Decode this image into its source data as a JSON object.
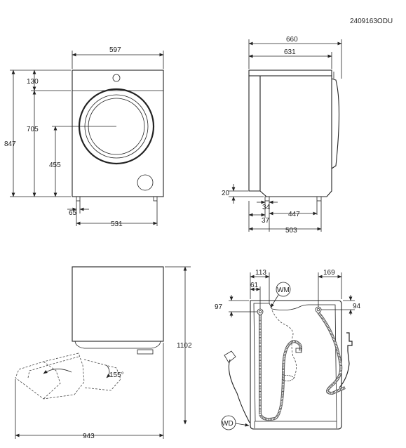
{
  "drawing_code": "2409163ODU",
  "front_view": {
    "width": "597",
    "top_offset": "130",
    "door_center_height": "705",
    "total_height": "847",
    "door_bottom_height": "455",
    "foot_inset": "65",
    "foot_span": "531"
  },
  "side_view": {
    "total_depth": "660",
    "body_depth": "631",
    "foot_height": "20",
    "foot_width": "34",
    "rear_foot_offset": "37",
    "foot_to_foot": "447",
    "foot_span_depth": "503"
  },
  "open_view": {
    "open_height": "1102",
    "door_angle": "155°",
    "open_depth": "943"
  },
  "rear_view": {
    "left_offset": "113",
    "inner_offset": "61",
    "right_offset": "169",
    "left_hose_height": "97",
    "right_hose_height": "94",
    "wm_label": "WM",
    "wd_label": "WD"
  },
  "colors": {
    "line": "#222222",
    "background": "#ffffff"
  }
}
